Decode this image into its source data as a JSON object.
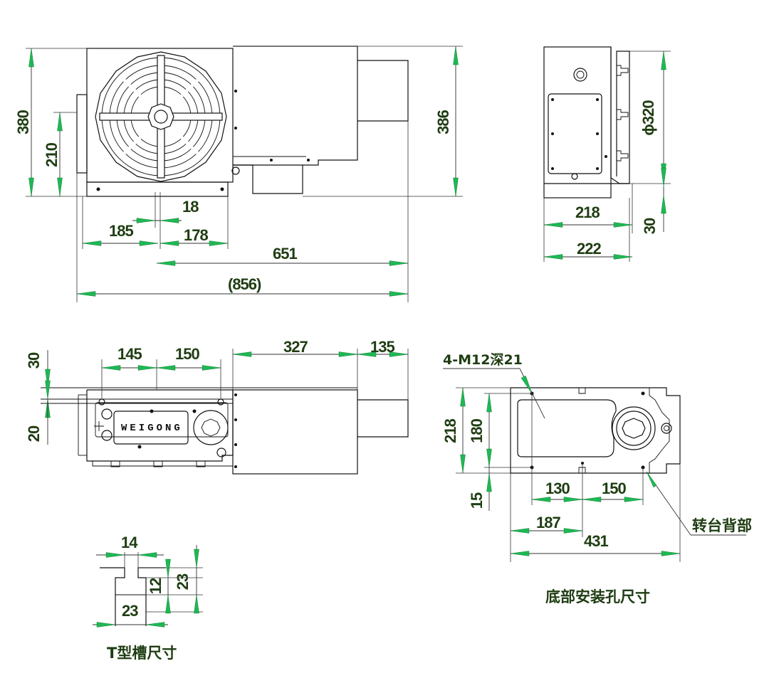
{
  "front_view": {
    "dims": {
      "h380": "380",
      "h210": "210",
      "h386": "386",
      "w18": "18",
      "w185": "185",
      "w178": "178",
      "w651": "651",
      "w856": "(856)"
    }
  },
  "side_view": {
    "dims": {
      "d320": "ϕ320",
      "w218": "218",
      "w222": "222",
      "h30": "30"
    }
  },
  "top_view": {
    "brand": "WEIGONG",
    "dims": {
      "w145": "145",
      "w150": "150",
      "w327": "327",
      "w135": "135",
      "h30": "30",
      "h20": "20"
    }
  },
  "t_slot": {
    "caption": "T型槽尺寸",
    "dims": {
      "w14": "14",
      "h12": "12",
      "h23": "23",
      "w23": "23"
    }
  },
  "base_view": {
    "caption": "底部安装孔尺寸",
    "hole_note": "4-M12深21",
    "back_label": "转台背部",
    "dims": {
      "h218": "218",
      "h180": "180",
      "h15": "15",
      "w130": "130",
      "w150": "150",
      "w187": "187",
      "w431": "431"
    }
  },
  "colors": {
    "arrow": "#1db954",
    "text": "#1f3d12",
    "line": "#111111"
  }
}
